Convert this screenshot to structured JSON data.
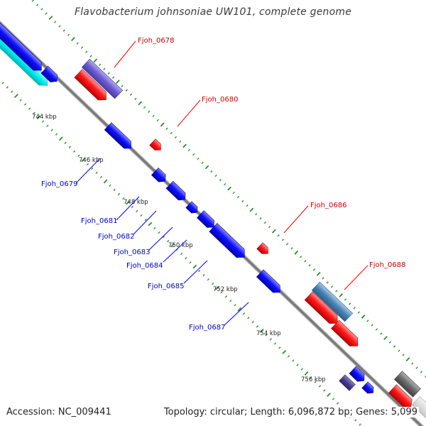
{
  "title": "Flavobacterium johnsoniae UW101, complete genome",
  "accession": "Accession: NC_009441",
  "stats": "Topology: circular; Length: 6,096,872 bp; Genes: 5,099",
  "colors": {
    "backbone": "#7f7f7f",
    "tick_green": "#2e8b2e",
    "forward_gene": "#ff0000",
    "reverse_gene": "#0000ff",
    "cyan_feature": "#00e5e5",
    "purple_feature": "#6a5acd",
    "steel_feature": "#4682b4",
    "dark_purple_feature": "#483d8b",
    "gray_feature": "#696969",
    "forward_label": "#cc0000",
    "reverse_label": "#0000cc"
  },
  "kbp_labels": [
    "744 kbp",
    "746 kbp",
    "748 kbp",
    "750 kbp",
    "752 kbp",
    "754 kbp",
    "756 kbp"
  ],
  "forward_genes": [
    "Fjoh_0678",
    "Fjoh_0680",
    "Fjoh_0686",
    "Fjoh_0688"
  ],
  "reverse_genes": [
    "Fjoh_0679",
    "Fjoh_0681",
    "Fjoh_0682",
    "Fjoh_0683",
    "Fjoh_0684",
    "Fjoh_0685",
    "Fjoh_0687"
  ]
}
